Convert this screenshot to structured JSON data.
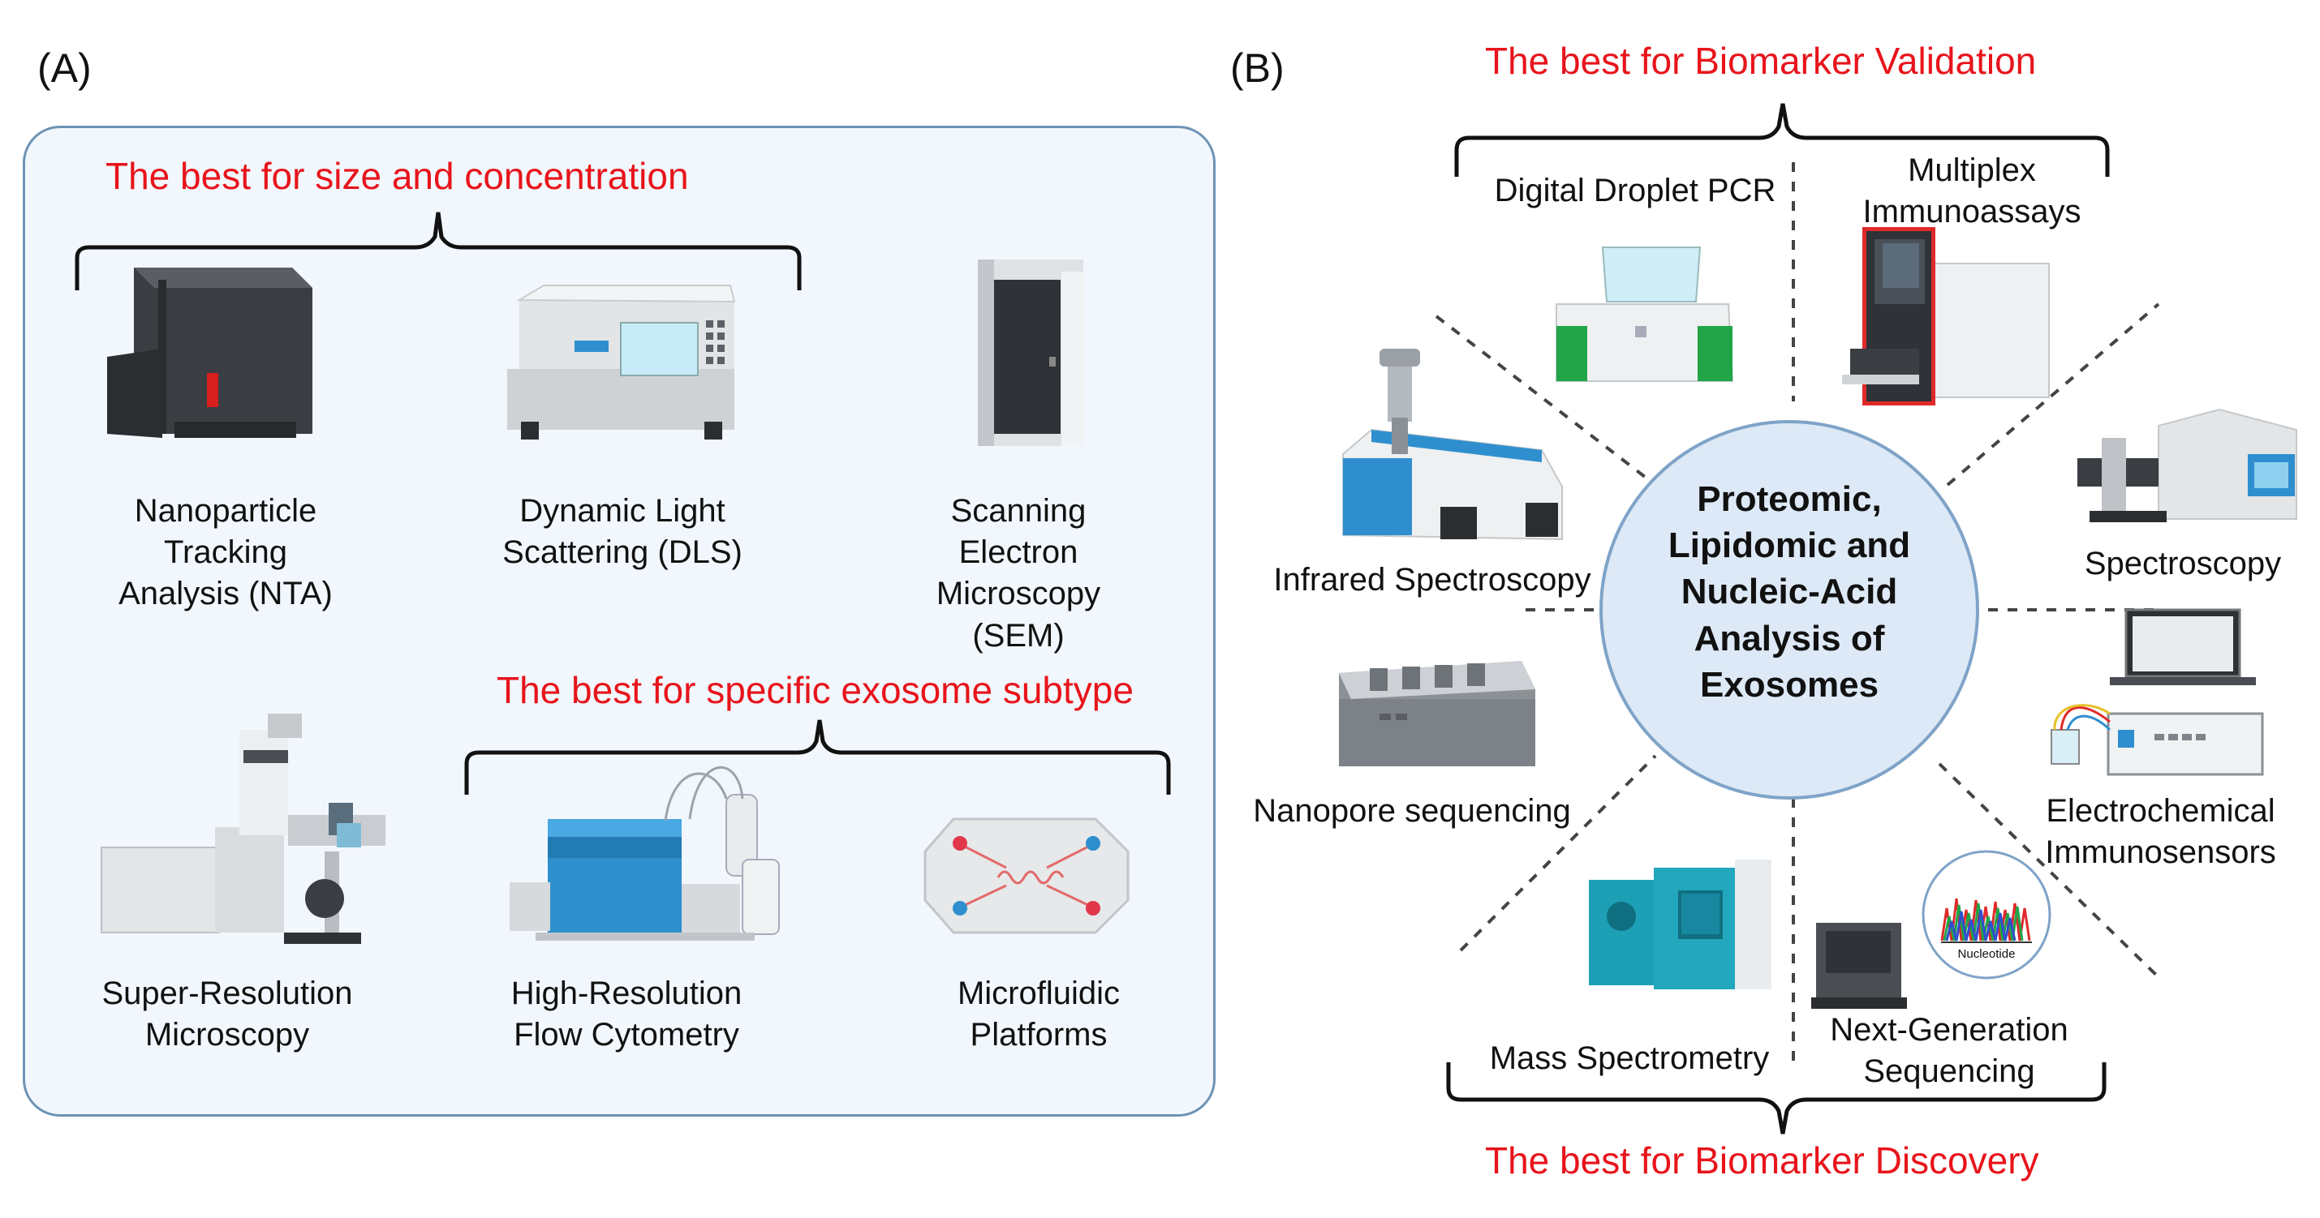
{
  "panel_a": {
    "tag": "(A)",
    "headings": {
      "size_concentration": "The best for size and concentration",
      "exosome_subtype": "The best for specific exosome subtype"
    },
    "instruments": {
      "nta": "Nanoparticle\nTracking\nAnalysis (NTA)",
      "dls": "Dynamic Light\nScattering (DLS)",
      "sem": "Scanning\nElectron\nMicroscopy\n(SEM)",
      "super_resolution": "Super-Resolution\nMicroscopy",
      "flow_cytometry": "High-Resolution\nFlow Cytometry",
      "microfluidic": "Microfluidic\nPlatforms"
    }
  },
  "panel_b": {
    "tag": "(B)",
    "headings": {
      "validation": "The best for Biomarker Validation",
      "discovery": "The best for Biomarker Discovery"
    },
    "center": "Proteomic,\nLipidomic and\nNucleic-Acid\nAnalysis of\nExosomes",
    "methods": {
      "ddpcr": "Digital Droplet PCR",
      "multiplex": "Multiplex\nImmunoassays",
      "infrared": "Infrared Spectroscopy",
      "spectroscopy": "Spectroscopy",
      "nanopore": "Nanopore sequencing",
      "electrochemical": "Electrochemical\nImmunosensors",
      "mass_spec": "Mass Spectrometry",
      "ngs": "Next-Generation\nSequencing",
      "ngs_chart_label": "Nucleotide"
    }
  },
  "colors": {
    "heading_red": "#e8141b",
    "panel_fill": "#f1f7fd",
    "panel_border": "#6d93b5",
    "center_fill": "#dde9f6",
    "center_border": "#7fa3c8",
    "instrument_blue": "#2f8fce",
    "instrument_teal": "#1d9fb5",
    "instrument_green": "#21a548",
    "instrument_red": "#e02a2a"
  }
}
